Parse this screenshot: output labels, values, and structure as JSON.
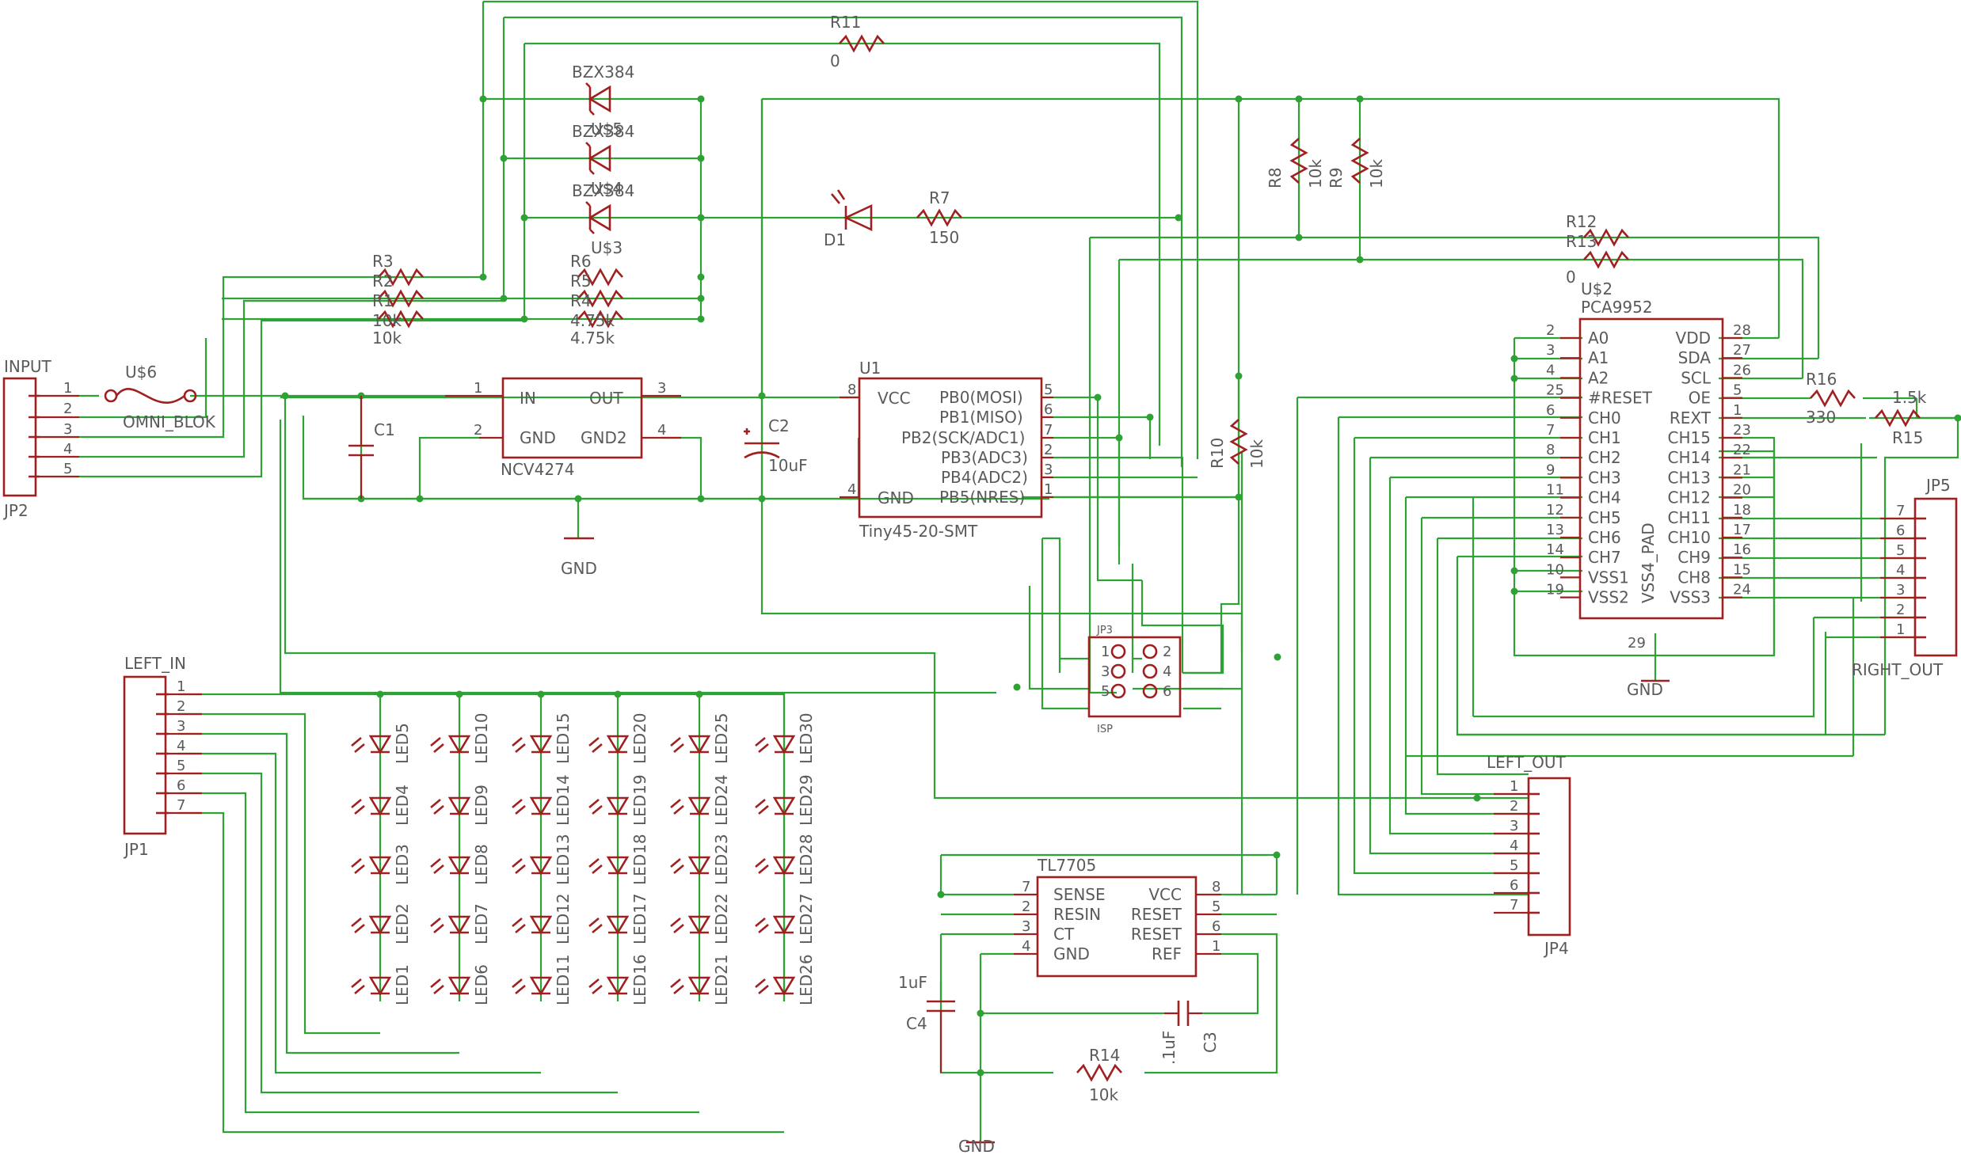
{
  "colors": {
    "wire": "#2ea234",
    "part": "#a02020",
    "text": "#5a5a5a",
    "background": "#ffffff"
  },
  "labels": {
    "r11": {
      "name": "R11",
      "value": "0"
    },
    "r12": {
      "name": "R12",
      "value": "0"
    },
    "r13": {
      "name": "R13",
      "value": "0"
    },
    "r7": {
      "name": "R7",
      "value": "150"
    },
    "r8": {
      "name": "R8",
      "value": "10k"
    },
    "r9": {
      "name": "R9",
      "value": "10k"
    },
    "r10": {
      "name": "R10",
      "value": "10k"
    },
    "r14": {
      "name": "R14",
      "value": "10k"
    },
    "r15": {
      "name": "R15",
      "value": "1.5k"
    },
    "r16": {
      "name": "R16",
      "value": "330"
    },
    "r1": {
      "name": "R1",
      "value": "10k"
    },
    "r2": {
      "name": "R2",
      "value": "10k"
    },
    "r3": {
      "name": "R3",
      "value": "10k"
    },
    "r4": {
      "name": "R4",
      "value": "4.75k"
    },
    "r5": {
      "name": "R5",
      "value": "4.75k"
    },
    "r6": {
      "name": "R6",
      "value": "4.75k"
    },
    "us3": {
      "name": "U$3",
      "value": "BZX384"
    },
    "us4": {
      "name": "U$4",
      "value": "BZX384"
    },
    "us5": {
      "name": "U$5",
      "value": "BZX384"
    },
    "d1": "D1",
    "us6": {
      "name": "U$6",
      "value": "OMNI_BLOK"
    },
    "c1": "C1",
    "c2": {
      "name": "C2",
      "value": "10uF"
    },
    "c3": {
      "name": "C3",
      "value": ".1uF"
    },
    "c4": {
      "name": "C4",
      "value": "1uF"
    },
    "gnd": "GND",
    "input": {
      "title": "INPUT",
      "ref": "JP2"
    },
    "left_in": {
      "title": "LEFT_IN",
      "ref": "JP1"
    },
    "left_out": {
      "title": "LEFT_OUT",
      "ref": "JP4"
    },
    "right_out": {
      "title": "RIGHT_OUT",
      "ref": "JP5"
    },
    "isp": {
      "ref": "JP3",
      "title": "ISP"
    }
  },
  "ncv4274": {
    "ref": "NCV4274",
    "in": "IN",
    "out": "OUT",
    "gnd": "GND",
    "gnd2": "GND2",
    "p1": "1",
    "p2": "2",
    "p3": "3",
    "p4": "4"
  },
  "tiny": {
    "ref": "U1",
    "value": "Tiny45-20-SMT",
    "vcc": "VCC",
    "gnd": "GND",
    "p8": "8",
    "p4": "4",
    "right": [
      {
        "label": "PB0(MOSI)",
        "pin": "5"
      },
      {
        "label": "PB1(MISO)",
        "pin": "6"
      },
      {
        "label": "PB2(SCK/ADC1)",
        "pin": "7"
      },
      {
        "label": "PB3(ADC3)",
        "pin": "2"
      },
      {
        "label": "PB4(ADC2)",
        "pin": "3"
      },
      {
        "label": "PB5(NRES)",
        "pin": "1"
      }
    ]
  },
  "pca": {
    "ref": "U$2",
    "value": "PCA9952",
    "center": "VSS4_PAD",
    "bottom_pin": "29",
    "left": [
      {
        "label": "A0",
        "pin": "2"
      },
      {
        "label": "A1",
        "pin": "3"
      },
      {
        "label": "A2",
        "pin": "4"
      },
      {
        "label": "#RESET",
        "pin": "25"
      },
      {
        "label": "CH0",
        "pin": "6"
      },
      {
        "label": "CH1",
        "pin": "7"
      },
      {
        "label": "CH2",
        "pin": "8"
      },
      {
        "label": "CH3",
        "pin": "9"
      },
      {
        "label": "CH4",
        "pin": "11"
      },
      {
        "label": "CH5",
        "pin": "12"
      },
      {
        "label": "CH6",
        "pin": "13"
      },
      {
        "label": "CH7",
        "pin": "14"
      },
      {
        "label": "VSS1",
        "pin": "10"
      },
      {
        "label": "VSS2",
        "pin": "19"
      }
    ],
    "right": [
      {
        "label": "VDD",
        "pin": "28"
      },
      {
        "label": "SDA",
        "pin": "27"
      },
      {
        "label": "SCL",
        "pin": "26"
      },
      {
        "label": "OE",
        "pin": "5"
      },
      {
        "label": "REXT",
        "pin": "1"
      },
      {
        "label": "CH15",
        "pin": "23"
      },
      {
        "label": "CH14",
        "pin": "22"
      },
      {
        "label": "CH13",
        "pin": "21"
      },
      {
        "label": "CH12",
        "pin": "20"
      },
      {
        "label": "CH11",
        "pin": "18"
      },
      {
        "label": "CH10",
        "pin": "17"
      },
      {
        "label": "CH9",
        "pin": "16"
      },
      {
        "label": "CH8",
        "pin": "15"
      },
      {
        "label": "VSS3",
        "pin": "24"
      }
    ]
  },
  "tl7705": {
    "ref": "TL7705",
    "left": [
      {
        "label": "SENSE",
        "pin": "7"
      },
      {
        "label": "RESIN",
        "pin": "2"
      },
      {
        "label": "CT",
        "pin": "3"
      },
      {
        "label": "GND",
        "pin": "4"
      }
    ],
    "right": [
      {
        "label": "VCC",
        "pin": "8"
      },
      {
        "label": "RESET",
        "pin": "5"
      },
      {
        "label": "RESET",
        "pin": "6"
      },
      {
        "label": "REF",
        "pin": "1"
      }
    ]
  },
  "connectors": {
    "input_pins": [
      "1",
      "2",
      "3",
      "4",
      "5"
    ],
    "left_in_pins": [
      "1",
      "2",
      "3",
      "4",
      "5",
      "6",
      "7"
    ],
    "left_out_pins": [
      "1",
      "2",
      "3",
      "4",
      "5",
      "6",
      "7"
    ],
    "right_out_pins": [
      "7",
      "6",
      "5",
      "4",
      "3",
      "2",
      "1"
    ],
    "isp_pins": [
      "1",
      "2",
      "3",
      "4",
      "5",
      "6"
    ]
  },
  "leds": [
    [
      "LED5",
      "LED4",
      "LED3",
      "LED2",
      "LED1"
    ],
    [
      "LED10",
      "LED9",
      "LED8",
      "LED7",
      "LED6"
    ],
    [
      "LED15",
      "LED14",
      "LED13",
      "LED12",
      "LED11"
    ],
    [
      "LED20",
      "LED19",
      "LED18",
      "LED17",
      "LED16"
    ],
    [
      "LED25",
      "LED24",
      "LED23",
      "LED22",
      "LED21"
    ],
    [
      "LED30",
      "LED29",
      "LED28",
      "LED27",
      "LED26"
    ]
  ]
}
